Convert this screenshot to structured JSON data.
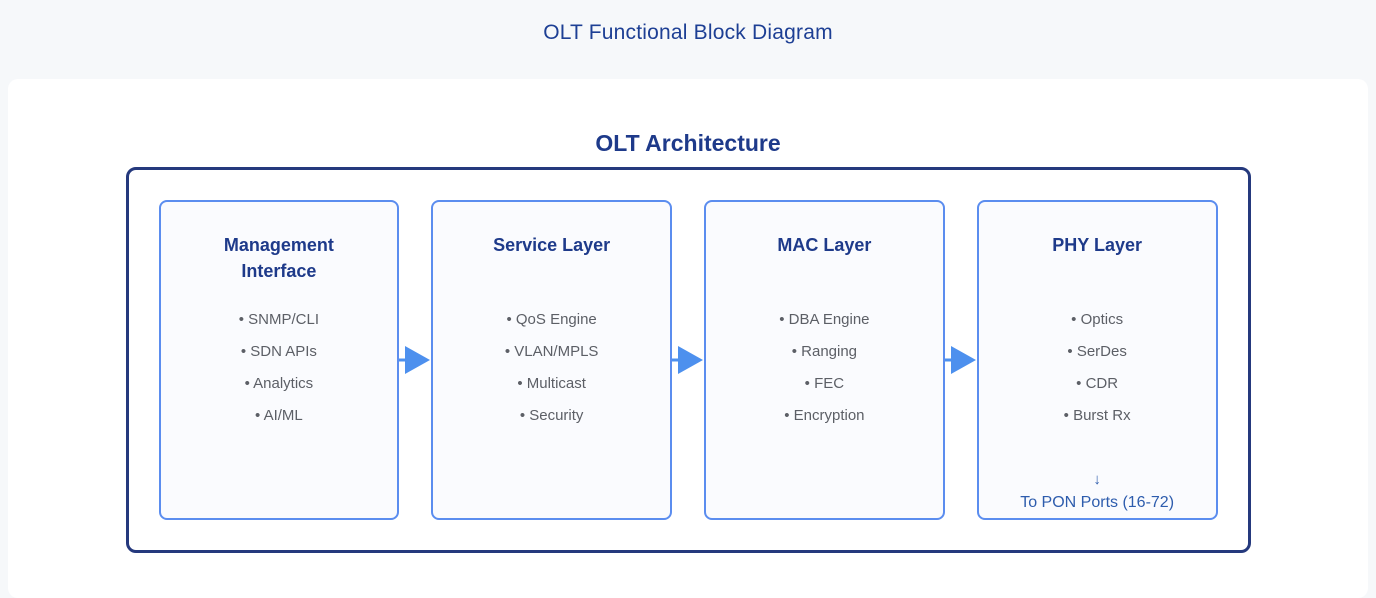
{
  "page": {
    "header_title": "OLT Functional Block Diagram",
    "diagram_title": "OLT Architecture"
  },
  "colors": {
    "page_bg": "#f6f8fa",
    "card_bg": "#ffffff",
    "header_title_color": "#1d3f94",
    "title_color": "#1e3a8a",
    "container_border": "#25397d",
    "box_border": "#5b8def",
    "box_bg": "#fafbfe",
    "item_color": "#5c5f66",
    "arrow_color": "#4d90ee",
    "footer_color": "#2d5cad"
  },
  "diagram": {
    "bullet": "•",
    "flow_arrow_icon": "right-filled-triangle",
    "blocks": [
      {
        "title": "Management Interface",
        "items": [
          "SNMP/CLI",
          "SDN APIs",
          "Analytics",
          "AI/ML"
        ]
      },
      {
        "title": "Service Layer",
        "items": [
          "QoS Engine",
          "VLAN/MPLS",
          "Multicast",
          "Security"
        ]
      },
      {
        "title": "MAC Layer",
        "items": [
          "DBA Engine",
          "Ranging",
          "FEC",
          "Encryption"
        ]
      },
      {
        "title": "PHY Layer",
        "items": [
          "Optics",
          "SerDes",
          "CDR",
          "Burst Rx"
        ],
        "footer_arrow": "↓",
        "footer_text": "To PON Ports (16-72)"
      }
    ]
  }
}
